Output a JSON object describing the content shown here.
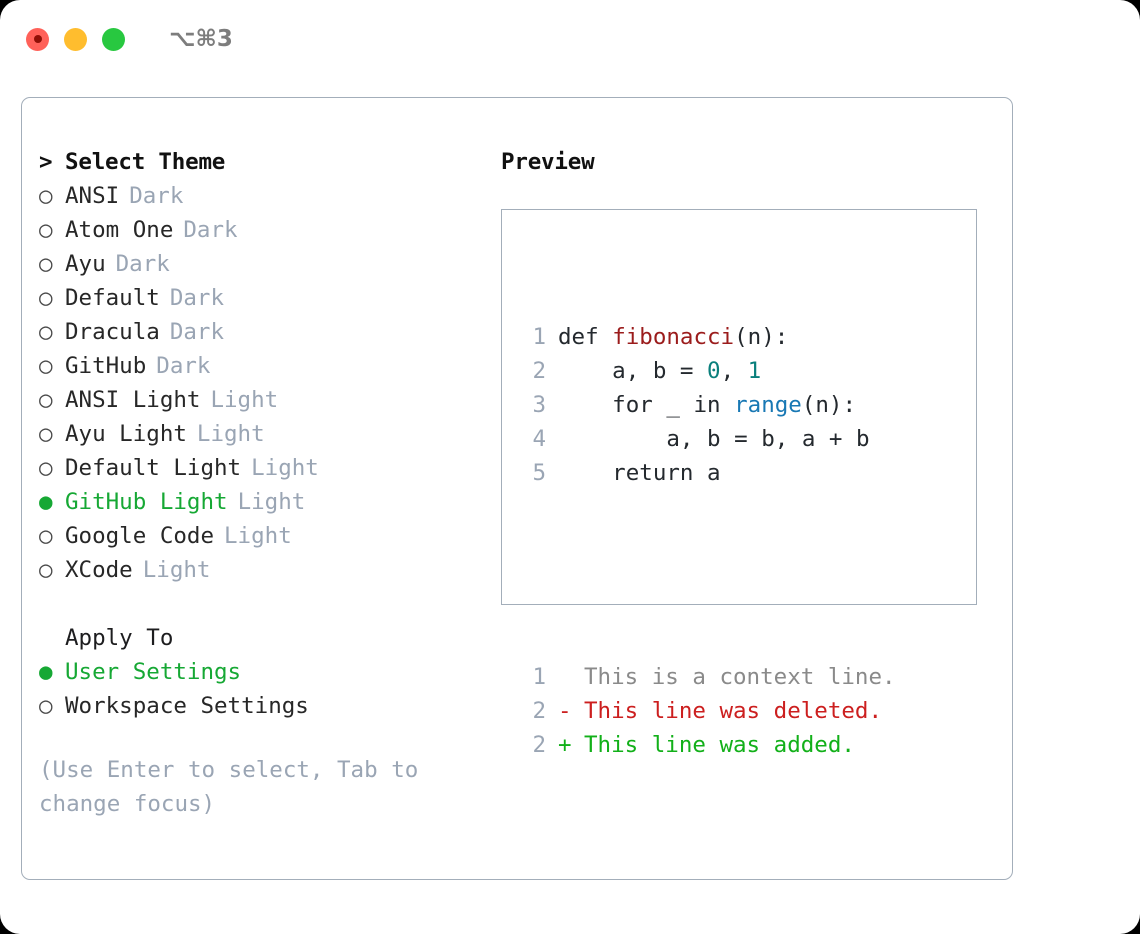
{
  "titlebar": {
    "shortcut": "⌥⌘3",
    "lights": [
      {
        "name": "close",
        "color": "#ff6159"
      },
      {
        "name": "minimize",
        "color": "#ffbd2e"
      },
      {
        "name": "maximize",
        "color": "#28c840"
      }
    ]
  },
  "theme_picker": {
    "header": "Select Theme",
    "caret": ">",
    "marker_unselected": "○",
    "marker_selected": "●",
    "selected_color": "#16a834",
    "items": [
      {
        "label": "ANSI",
        "variant": "Dark",
        "selected": false
      },
      {
        "label": "Atom One",
        "variant": "Dark",
        "selected": false
      },
      {
        "label": "Ayu",
        "variant": "Dark",
        "selected": false
      },
      {
        "label": "Default",
        "variant": "Dark",
        "selected": false
      },
      {
        "label": "Dracula",
        "variant": "Dark",
        "selected": false
      },
      {
        "label": "GitHub",
        "variant": "Dark",
        "selected": false
      },
      {
        "label": "ANSI Light",
        "variant": "Light",
        "selected": false
      },
      {
        "label": "Ayu Light",
        "variant": "Light",
        "selected": false
      },
      {
        "label": "Default Light",
        "variant": "Light",
        "selected": false
      },
      {
        "label": "GitHub Light",
        "variant": "Light",
        "selected": true
      },
      {
        "label": "Google Code",
        "variant": "Light",
        "selected": false
      },
      {
        "label": "XCode",
        "variant": "Light",
        "selected": false
      }
    ]
  },
  "apply_to": {
    "header": "Apply To",
    "items": [
      {
        "label": "User Settings",
        "selected": true
      },
      {
        "label": "Workspace Settings",
        "selected": false
      }
    ]
  },
  "hint": "(Use Enter to select, Tab to change focus)",
  "preview": {
    "title": "Preview",
    "code_lines": [
      {
        "num": "1",
        "tokens": [
          {
            "t": "def ",
            "c": "kw"
          },
          {
            "t": "fibonacci",
            "c": "fn"
          },
          {
            "t": "(n):",
            "c": "pl"
          }
        ]
      },
      {
        "num": "2",
        "tokens": [
          {
            "t": "    a, b = ",
            "c": "pl"
          },
          {
            "t": "0",
            "c": "num"
          },
          {
            "t": ", ",
            "c": "pl"
          },
          {
            "t": "1",
            "c": "num"
          }
        ]
      },
      {
        "num": "3",
        "tokens": [
          {
            "t": "    for ",
            "c": "kw"
          },
          {
            "t": "_ ",
            "c": "pl"
          },
          {
            "t": "in ",
            "c": "kw"
          },
          {
            "t": "range",
            "c": "bi"
          },
          {
            "t": "(n):",
            "c": "pl"
          }
        ]
      },
      {
        "num": "4",
        "tokens": [
          {
            "t": "        a, b = b, a + b",
            "c": "pl"
          }
        ]
      },
      {
        "num": "5",
        "tokens": [
          {
            "t": "    return ",
            "c": "kw"
          },
          {
            "t": "a",
            "c": "pl"
          }
        ]
      }
    ],
    "diff_lines": [
      {
        "num": "1",
        "mark": " ",
        "text": "This is a context line.",
        "kind": "ctx"
      },
      {
        "num": "2",
        "mark": "-",
        "text": "This line was deleted.",
        "kind": "del"
      },
      {
        "num": "2",
        "mark": "+",
        "text": "This line was added.",
        "kind": "add"
      }
    ],
    "colors": {
      "function": "#9b1c1c",
      "number": "#0a7f7c",
      "builtin": "#1878b4",
      "keyword": "#24292e",
      "gutter": "#9aa5b4",
      "diff_context": "#8a8a8a",
      "diff_deleted": "#cc1f1f",
      "diff_added": "#12b019"
    }
  }
}
